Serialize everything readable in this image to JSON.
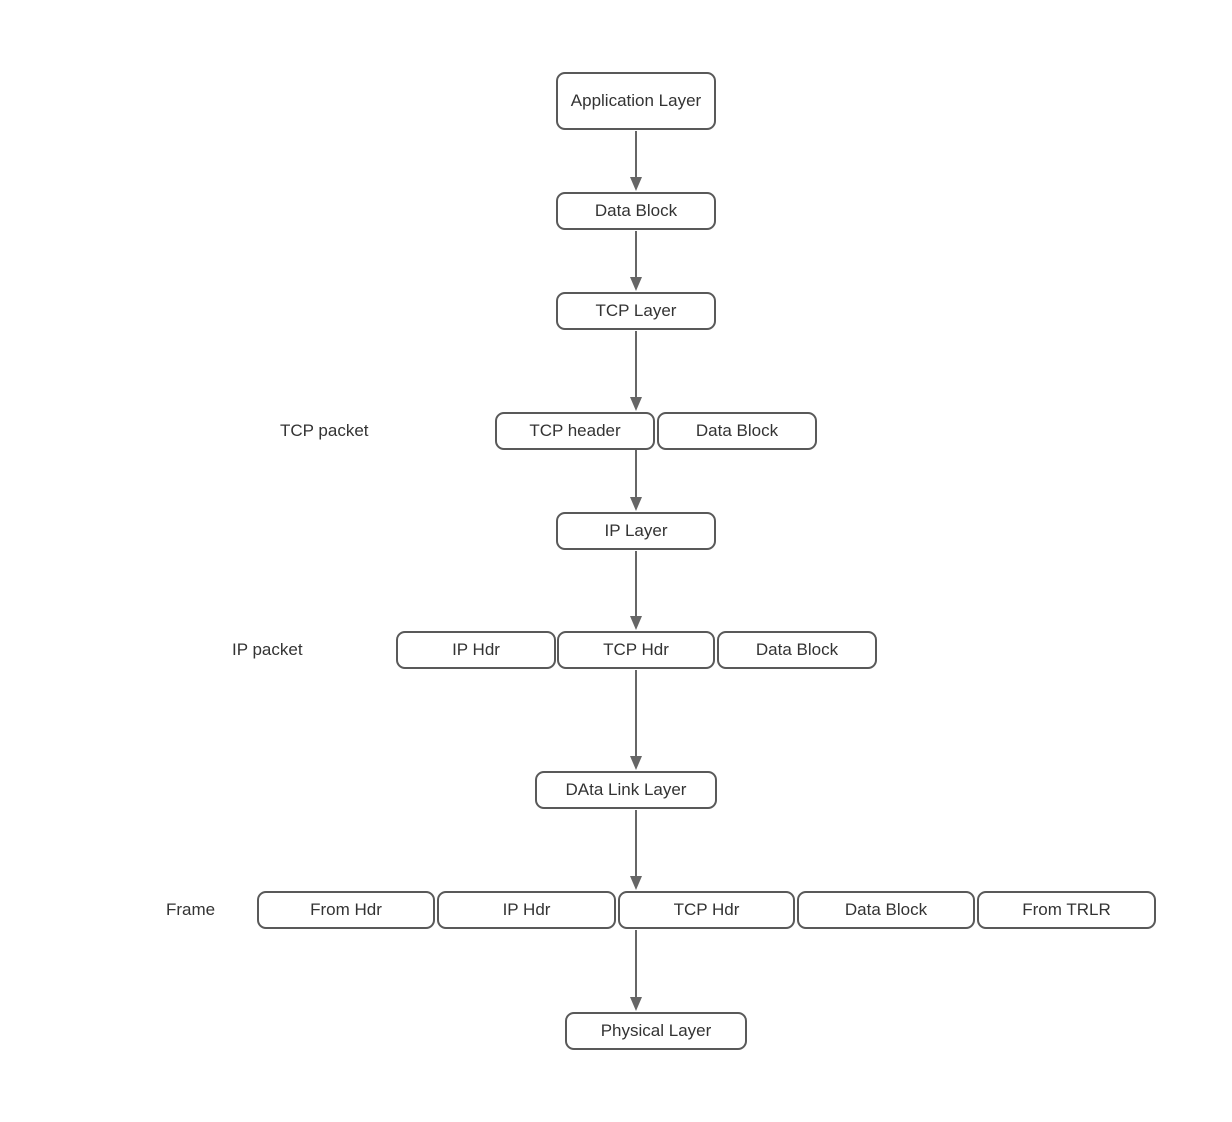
{
  "diagram": {
    "description": "TCP/IP encapsulation flow diagram",
    "colors": {
      "background": "#ffffff",
      "box_border": "#595959",
      "box_fill": "#ffffff",
      "text": "#333333",
      "arrow": "#666666"
    },
    "nodes": {
      "application_layer": "Application Layer",
      "data_block_app": "Data Block",
      "tcp_layer": "TCP Layer",
      "tcp_header": "TCP header",
      "data_block_tcp": "Data Block",
      "ip_layer": "IP Layer",
      "ip_hdr": "IP Hdr",
      "tcp_hdr": "TCP Hdr",
      "data_block_ip": "Data Block",
      "data_link_layer": "DAta Link Layer",
      "from_hdr": "From Hdr",
      "ip_hdr_frame": "IP Hdr",
      "tcp_hdr_frame": "TCP Hdr",
      "data_block_frame": "Data Block",
      "from_trlr": "From TRLR",
      "physical_layer": "Physical Layer"
    },
    "row_labels": {
      "tcp_packet": "TCP packet",
      "ip_packet": "IP packet",
      "frame": "Frame"
    }
  }
}
